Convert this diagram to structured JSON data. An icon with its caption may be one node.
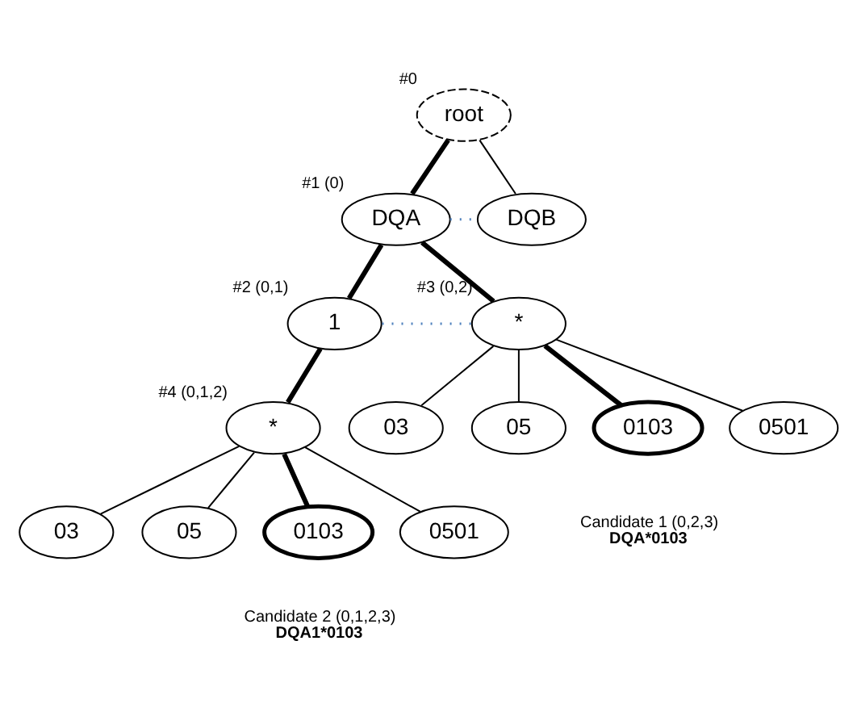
{
  "diagram": {
    "nodes": [
      {
        "text": [
          "root"
        ],
        "beside": [
          "#0"
        ]
      },
      {
        "text": [
          "DQA"
        ],
        "beside": [
          "#1 (0)"
        ]
      },
      {
        "text": [
          "DQB"
        ]
      },
      {
        "text": [
          "1"
        ],
        "beside": [
          "#2 (0,1)"
        ]
      },
      {
        "text": [
          "*"
        ],
        "beside": [
          "#3 (0,2)"
        ]
      },
      {
        "text": [
          "*"
        ],
        "beside": [
          "#4 (0,1,2)"
        ]
      },
      {
        "text": [
          "03"
        ]
      },
      {
        "text": [
          "05"
        ]
      },
      {
        "text": [
          "0103"
        ],
        "beside": [
          "Candidate 1 (0,2,3)",
          "DQA*0103"
        ]
      },
      {
        "text": [
          "0501"
        ]
      },
      {
        "text": [
          "03"
        ]
      },
      {
        "text": [
          "05"
        ]
      },
      {
        "text": [
          "0103"
        ],
        "beside": [
          "Candidate 2 (0,1,2,3)",
          "DQA1*0103"
        ]
      },
      {
        "text": [
          "0501"
        ]
      }
    ],
    "edges": [
      {
        "from": 0,
        "to": 1,
        "arrow": "none",
        "style": "thick"
      },
      {
        "from": 0,
        "to": 2,
        "arrow": "none"
      },
      {
        "from": 1,
        "to": 2,
        "arrow": "none",
        "style": "dashed",
        "color": "#4f81bd"
      },
      {
        "from": 1,
        "to": 3,
        "arrow": "none",
        "style": "thick"
      },
      {
        "from": 1,
        "to": 4,
        "arrow": "none",
        "style": "thick"
      },
      {
        "from": 3,
        "to": 4,
        "arrow": "none",
        "style": "dashed",
        "color": "#4f81bd"
      },
      {
        "from": 3,
        "to": 5,
        "arrow": "none",
        "style": "thick"
      },
      {
        "from": 4,
        "to": 6,
        "arrow": "none"
      },
      {
        "from": 4,
        "to": 7,
        "arrow": "none"
      },
      {
        "from": 4,
        "to": 8,
        "arrow": "none",
        "style": "thick"
      },
      {
        "from": 4,
        "to": 9,
        "arrow": "none"
      },
      {
        "from": 5,
        "to": 10,
        "arrow": "none"
      },
      {
        "from": 5,
        "to": 11,
        "arrow": "none"
      },
      {
        "from": 5,
        "to": 12,
        "arrow": "none",
        "style": "thick"
      },
      {
        "from": 5,
        "to": 13,
        "arrow": "none"
      }
    ]
  }
}
